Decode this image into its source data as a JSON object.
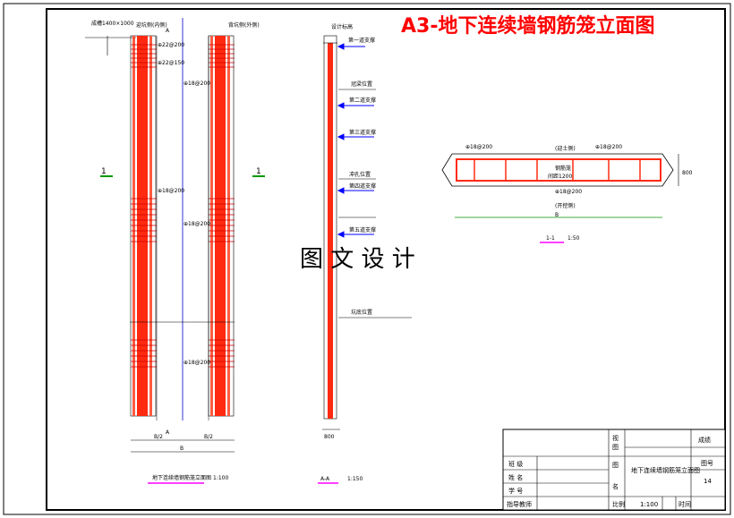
{
  "title": "A3-地下连续墙钢筋笼立面图",
  "watermark": "图 文 设 计",
  "elevation": {
    "top_labels": [
      "成槽1400×1000",
      "迎坑侧(内侧)",
      "背坑侧(外侧)",
      "设计标高"
    ],
    "section_marker": "1",
    "bottom_marker": "A",
    "dims": [
      "B/2",
      "B/2",
      "B"
    ],
    "caption": "地下连续墙钢筋笼立面图",
    "scale": "1:100",
    "rebar_labels": [
      "⊕22@200",
      "⊕22@150",
      "⊕18@200",
      "⊕18@200",
      "⊕18@200",
      "⊕18@200"
    ]
  },
  "section_aa": {
    "top_label": "设计标高",
    "callouts": [
      "第一道支撑",
      "冠梁位置",
      "第二道支撑",
      "第三道支撑",
      "冲孔位置",
      "第四道支撑",
      "第五道支撑",
      "坑底位置"
    ],
    "bottom_dim": "800",
    "caption": "A-A",
    "scale": "1:150"
  },
  "section_11": {
    "labels": [
      "⊕18@200",
      "(迎土侧)",
      "⊕18@200",
      "钢筋笼",
      "间距1200",
      "⊕18@200",
      "(开挖侧)"
    ],
    "dim_width": "B",
    "dim_height": "800",
    "caption": "1-1",
    "scale": "1:50"
  },
  "title_block": {
    "company": "成绩",
    "drawing_title": "地下连续墙钢筋笼立面图",
    "rows": [
      "班 级",
      "姓 名",
      "学 号",
      "指导教师"
    ],
    "left_marks": [
      "图",
      "名"
    ],
    "mid_marks": [
      "视",
      "图"
    ],
    "sheet_label": "图号",
    "sheet_no": "14",
    "scale_label": "比例",
    "scale": "1:100",
    "date_label": "时间"
  }
}
